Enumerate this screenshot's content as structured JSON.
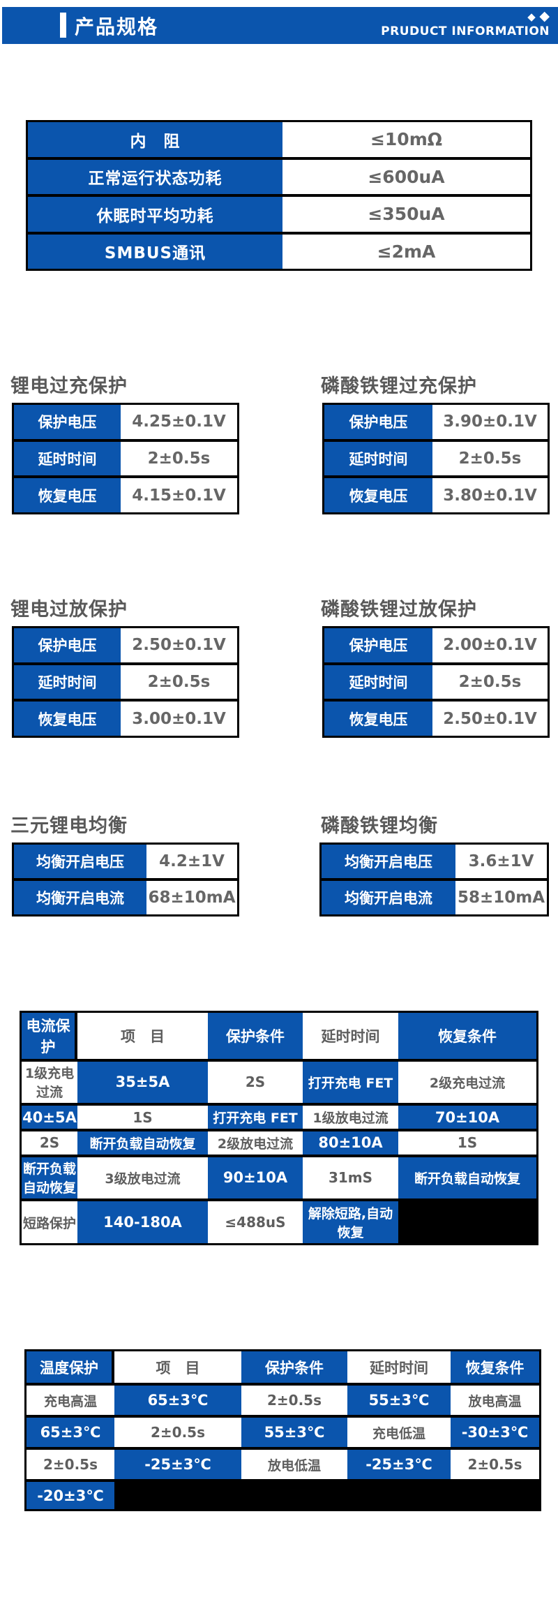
{
  "colors": {
    "blue": "#0b55ad",
    "gray_text": "#666666",
    "title_gray": "#595959",
    "border": "#000000"
  },
  "header": {
    "title": "产品规格",
    "subtitle": "PRUDUCT INFORMATION"
  },
  "spec_table": {
    "rows": [
      {
        "label": "内　阻",
        "value": "≤10mΩ"
      },
      {
        "label": "正常运行状态功耗",
        "value": "≤600uA"
      },
      {
        "label": "休眠时平均功耗",
        "value": "≤350uA"
      },
      {
        "label": "SMBUS通讯",
        "value": "≤2mA"
      }
    ]
  },
  "sections": [
    {
      "title": "锂电过充保护",
      "rows": [
        {
          "label": "保护电压",
          "value": "4.25±0.1V"
        },
        {
          "label": "延时时间",
          "value": "2±0.5s"
        },
        {
          "label": "恢复电压",
          "value": "4.15±0.1V"
        }
      ]
    },
    {
      "title": "磷酸铁锂过充保护",
      "rows": [
        {
          "label": "保护电压",
          "value": "3.90±0.1V"
        },
        {
          "label": "延时时间",
          "value": "2±0.5s"
        },
        {
          "label": "恢复电压",
          "value": "3.80±0.1V"
        }
      ]
    },
    {
      "title": "锂电过放保护",
      "rows": [
        {
          "label": "保护电压",
          "value": "2.50±0.1V"
        },
        {
          "label": "延时时间",
          "value": "2±0.5s"
        },
        {
          "label": "恢复电压",
          "value": "3.00±0.1V"
        }
      ]
    },
    {
      "title": "磷酸铁锂过放保护",
      "rows": [
        {
          "label": "保护电压",
          "value": "2.00±0.1V"
        },
        {
          "label": "延时时间",
          "value": "2±0.5s"
        },
        {
          "label": "恢复电压",
          "value": "2.50±0.1V"
        }
      ]
    },
    {
      "title": "三元锂电均衡",
      "rows": [
        {
          "label": "均衡开启电压",
          "value": "4.2±1V"
        },
        {
          "label": "均衡开启电流",
          "value": "68±10mA"
        }
      ]
    },
    {
      "title": "磷酸铁锂均衡",
      "rows": [
        {
          "label": "均衡开启电压",
          "value": "3.6±1V"
        },
        {
          "label": "均衡开启电流",
          "value": "58±10mA"
        }
      ]
    }
  ],
  "current_table": {
    "group_label": "电流保护",
    "headers": {
      "item": "项　目",
      "protect": "保护条件",
      "delay": "延时时间",
      "recover": "恢复条件"
    },
    "rows": [
      {
        "item": "1级充电过流",
        "protect": "35±5A",
        "delay": "2S",
        "recover": "打开充电 FET"
      },
      {
        "item": "2级充电过流",
        "protect": "40±5A",
        "delay": "1S",
        "recover": "打开充电 FET"
      },
      {
        "item": "1级放电过流",
        "protect": "70±10A",
        "delay": "2S",
        "recover": "断开负载自动恢复"
      },
      {
        "item": "2级放电过流",
        "protect": "80±10A",
        "delay": "1S",
        "recover": "断开负载自动恢复"
      },
      {
        "item": "3级放电过流",
        "protect": "90±10A",
        "delay": "31mS",
        "recover": "断开负载自动恢复"
      },
      {
        "item": "短路保护",
        "protect": "140-180A",
        "delay": "≤488uS",
        "recover": "解除短路,自动恢复"
      }
    ]
  },
  "temperature_table": {
    "group_label": "温度保护",
    "headers": {
      "item": "项　目",
      "protect": "保护条件",
      "delay": "延时时间",
      "recover": "恢复条件"
    },
    "rows": [
      {
        "item": "充电高温",
        "protect": "65±3℃",
        "delay": "2±0.5s",
        "recover": "55±3℃"
      },
      {
        "item": "放电高温",
        "protect": "65±3℃",
        "delay": "2±0.5s",
        "recover": "55±3℃"
      },
      {
        "item": "充电低温",
        "protect": "-30±3℃",
        "delay": "2±0.5s",
        "recover": "-25±3℃"
      },
      {
        "item": "放电低温",
        "protect": "-25±3℃",
        "delay": "2±0.5s",
        "recover": "-20±3℃"
      }
    ]
  }
}
